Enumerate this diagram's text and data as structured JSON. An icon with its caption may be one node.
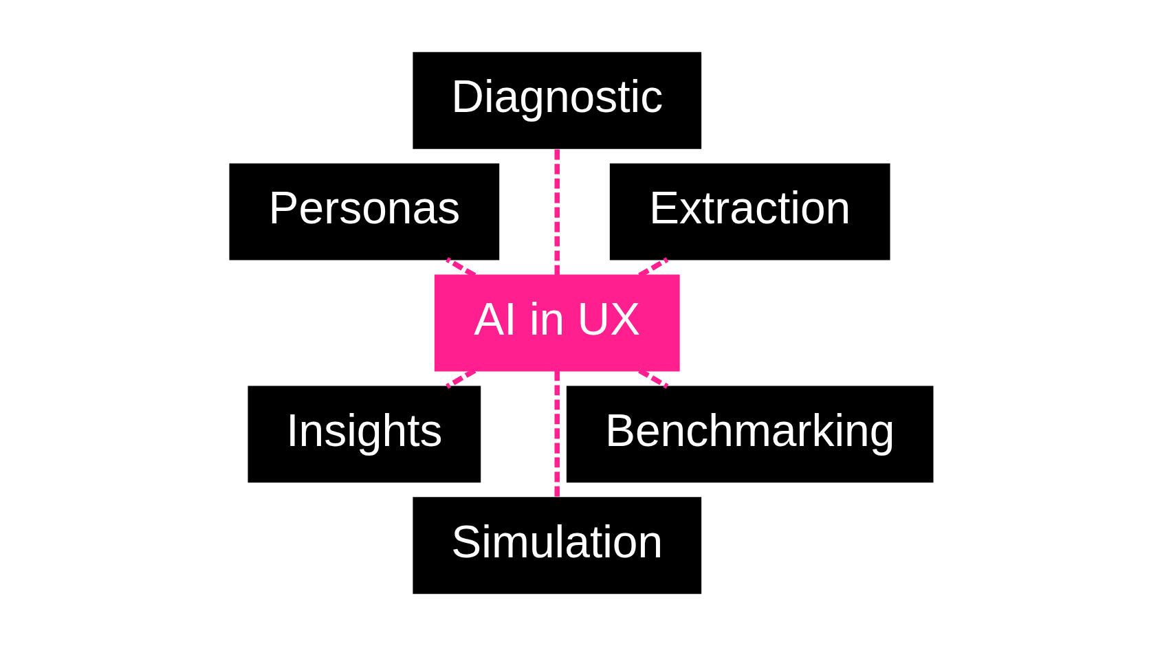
{
  "diagram": {
    "nodes": [
      {
        "text": [
          "Extraction"
        ]
      },
      {
        "text": [
          "Diagnostic"
        ]
      },
      {
        "text": [
          "Personas"
        ]
      },
      {
        "text": [
          "AI in UX"
        ]
      },
      {
        "text": [
          "Insights"
        ]
      },
      {
        "text": [
          "Simulation"
        ]
      },
      {
        "text": [
          "Benchmarking"
        ]
      }
    ],
    "edges": [
      {
        "from": 3,
        "to": 0,
        "arrow": "none",
        "style": "dashed",
        "color": "#ff1f8e"
      },
      {
        "from": 3,
        "to": 2,
        "arrow": "none",
        "style": "dashed",
        "color": "#ff1f8e"
      },
      {
        "from": 3,
        "to": 5,
        "arrow": "none",
        "style": "dashed",
        "color": "#ff1f8e"
      },
      {
        "from": 3,
        "to": 6,
        "arrow": "none",
        "style": "dashed",
        "color": "#ff1f8e"
      },
      {
        "from": 3,
        "to": 4,
        "arrow": "none",
        "style": "dashed",
        "color": "#ff1f8e"
      },
      {
        "from": 3,
        "to": 1,
        "arrow": "none",
        "style": "dashed",
        "color": "#ff1f8e"
      }
    ]
  }
}
